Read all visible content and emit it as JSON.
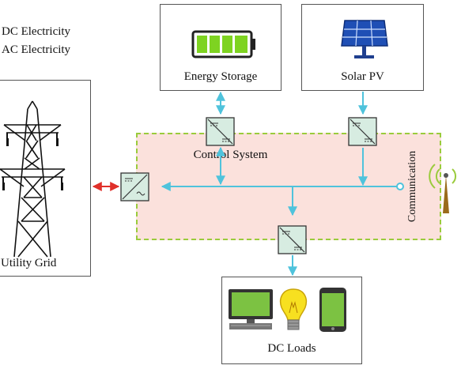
{
  "legend": {
    "dc_label": "DC Electricity",
    "ac_label": "AC Electricity"
  },
  "nodes": {
    "energy_storage": "Energy Storage",
    "solar_pv": "Solar PV",
    "utility_grid": "Utility Grid",
    "dc_loads": "DC Loads",
    "control_system": "Control System",
    "communication": "Communication"
  },
  "colors": {
    "dc_link": "#4fc3dc",
    "ac_link": "#e0302a",
    "control_fill": "#fbe1dc",
    "control_border": "#9acb3c",
    "converter_fill": "#d7ece1",
    "battery": "#7ed321",
    "screen": "#7cc242",
    "bulb": "#f7e020",
    "panel": "#1f4fb5"
  },
  "icons": [
    "battery-icon",
    "solar-panel-icon",
    "transmission-tower-icon",
    "monitor-icon",
    "light-bulb-icon",
    "smartphone-icon",
    "antenna-icon",
    "converter-icon"
  ]
}
